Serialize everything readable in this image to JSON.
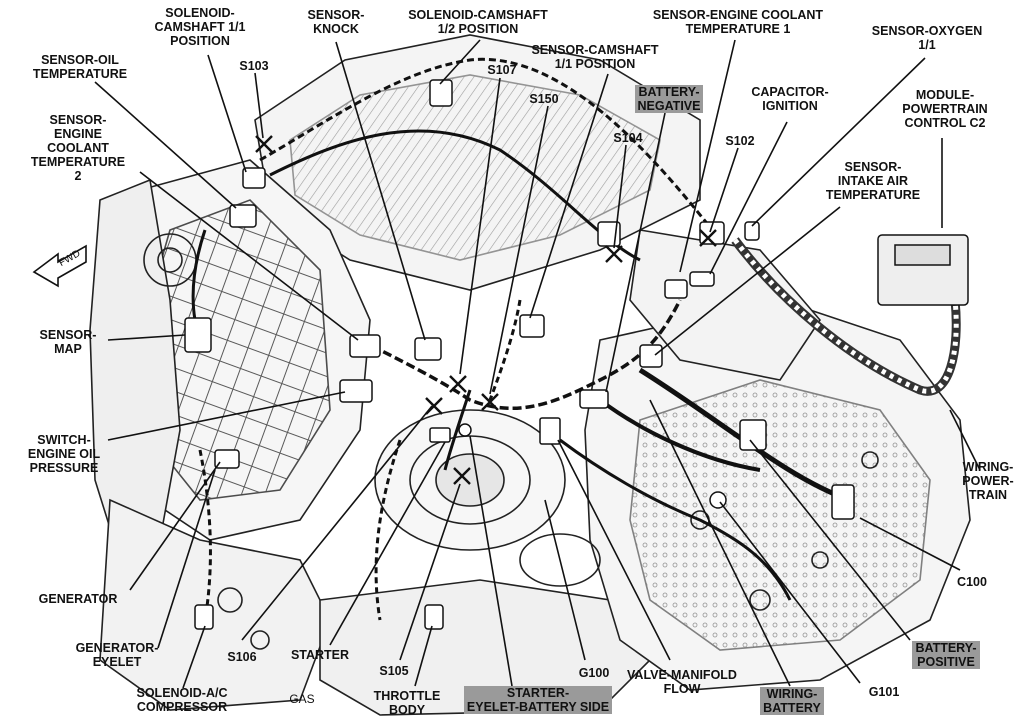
{
  "labels": {
    "solenoid_cam_1_1": "SOLENOID-\nCAMSHAFT 1/1\nPOSITION",
    "sensor_knock": "SENSOR-\nKNOCK",
    "solenoid_cam_1_2": "SOLENOID-CAMSHAFT\n1/2 POSITION",
    "sensor_coolant_1": "SENSOR-ENGINE COOLANT\nTEMPERATURE 1",
    "sensor_oxygen": "SENSOR-OXYGEN\n1/1",
    "sensor_oil_temp": "SENSOR-OIL\nTEMPERATURE",
    "s103": "S103",
    "s107": "S107",
    "sensor_cam_1_1": "SENSOR-CAMSHAFT\n1/1 POSITION",
    "battery_negative": "BATTERY-\nNEGATIVE",
    "capacitor_ignition": "CAPACITOR-\nIGNITION",
    "module_pcm": "MODULE-\nPOWERTRAIN\nCONTROL C2",
    "sensor_coolant_2": "SENSOR-\nENGINE\nCOOLANT\nTEMPERATURE\n2",
    "s150": "S150",
    "s104": "S104",
    "s102": "S102",
    "sensor_iat": "SENSOR-\nINTAKE AIR\nTEMPERATURE",
    "fwd": "FWD",
    "sensor_map": "SENSOR-\nMAP",
    "switch_oil": "SWITCH-\nENGINE OIL\nPRESSURE",
    "wiring_powertrain": "WIRING-\nPOWER-\nTRAIN",
    "c100": "C100",
    "generator": "GENERATOR",
    "battery_positive": "BATTERY-\nPOSITIVE",
    "generator_eyelet": "GENERATOR-\nEYELET",
    "s106": "S106",
    "starter": "STARTER",
    "s105": "S105",
    "g100": "G100",
    "valve_manifold": "VALVE-MANIFOLD\nFLOW",
    "g101": "G101",
    "solenoid_ac": "SOLENOID-A/C\nCOMPRESSOR",
    "gas": "GAS",
    "throttle_body": "THROTTLE\nBODY",
    "starter_eyelet": "STARTER-\nEYELET-BATTERY SIDE",
    "wiring_battery": "WIRING-\nBATTERY"
  }
}
